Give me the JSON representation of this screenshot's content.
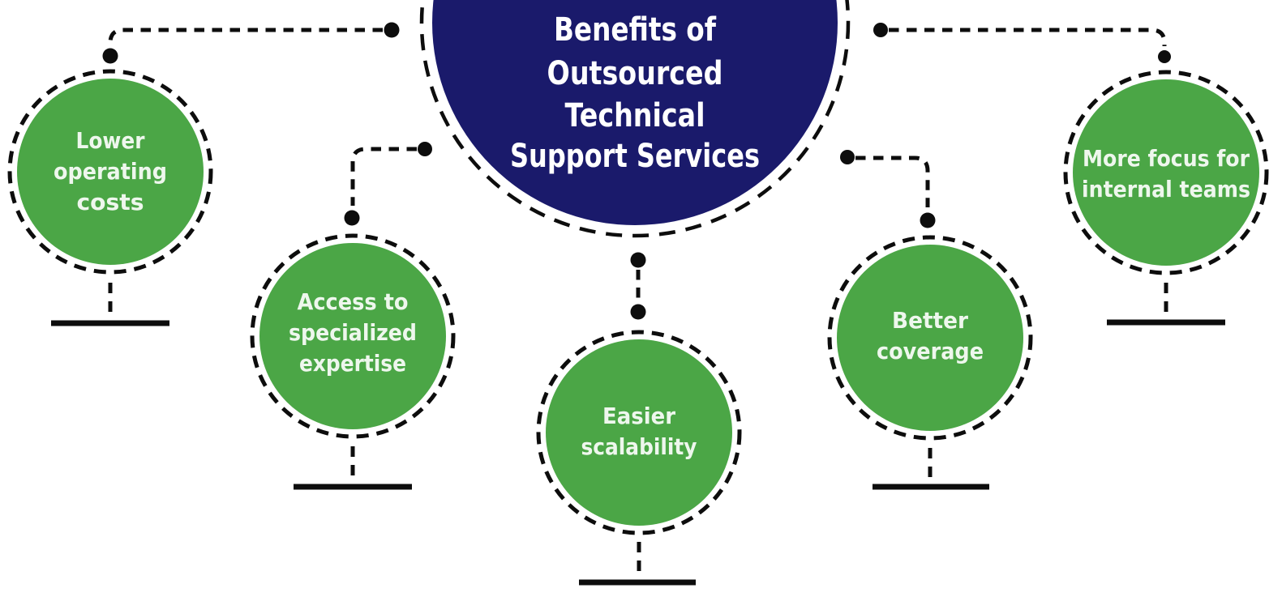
{
  "title": {
    "lines": [
      "Benefits of",
      "Outsourced",
      "Technical",
      "Support Services"
    ]
  },
  "benefits": [
    {
      "label": "Lower operating costs",
      "lines": [
        "Lower",
        "operating",
        "costs"
      ]
    },
    {
      "label": "Access to specialized expertise",
      "lines": [
        "Access to",
        "specialized",
        "expertise"
      ]
    },
    {
      "label": "Easier scalability",
      "lines": [
        "Easier",
        "scalability"
      ]
    },
    {
      "label": "Better coverage",
      "lines": [
        "Better",
        "coverage"
      ]
    },
    {
      "label": "More focus for internal teams",
      "lines": [
        "More focus for",
        "internal teams"
      ]
    }
  ],
  "colors": {
    "navy": "#1a1a6b",
    "green": "#4ba646",
    "line": "#0d0d0d",
    "title_text": "#ffffff",
    "bubble_text": "#eef7ed",
    "background": "#ffffff"
  }
}
